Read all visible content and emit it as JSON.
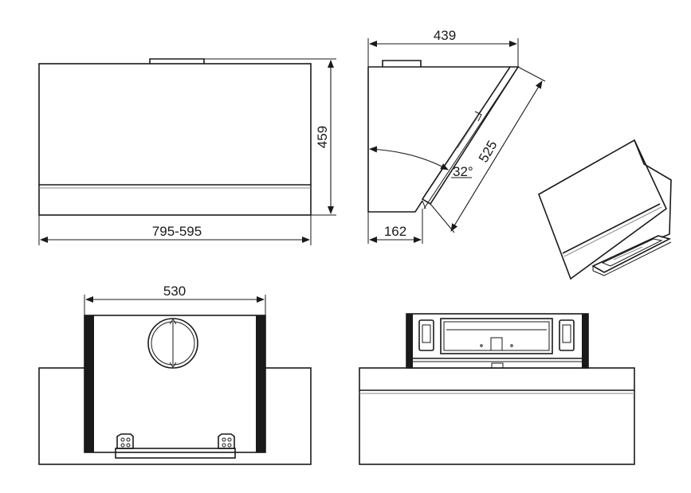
{
  "dimensions": {
    "width_range": "795-595",
    "height": "459",
    "depth": "439",
    "base_depth": "162",
    "panel_length": "525",
    "tilt_angle": "32°",
    "duct_spacing": "530"
  }
}
